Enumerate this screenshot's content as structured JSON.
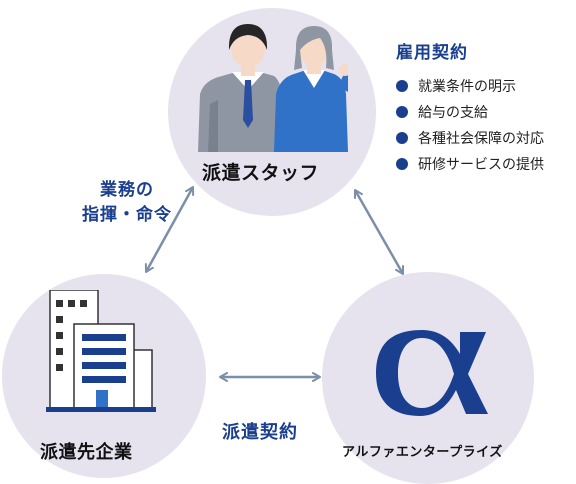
{
  "nodes": {
    "staff": "派遣スタッフ",
    "client": "派遣先企業",
    "alpha": "アルファエンタープライズ"
  },
  "relations": {
    "command_line1": "業務の",
    "command_line2": "指揮・命令",
    "dispatch_contract": "派遣契約",
    "employment_contract": "雇用契約"
  },
  "employment_terms": [
    "就業条件の明示",
    "給与の支給",
    "各種社会保障の対応",
    "研修サービスの提供"
  ],
  "colors": {
    "navy": "#1b3f8f",
    "circle": "#e6e3ef",
    "arrow": "#7c8fa8"
  },
  "icons": {
    "staff": "people-icon",
    "client": "building-icon",
    "alpha": "alpha-logo"
  }
}
